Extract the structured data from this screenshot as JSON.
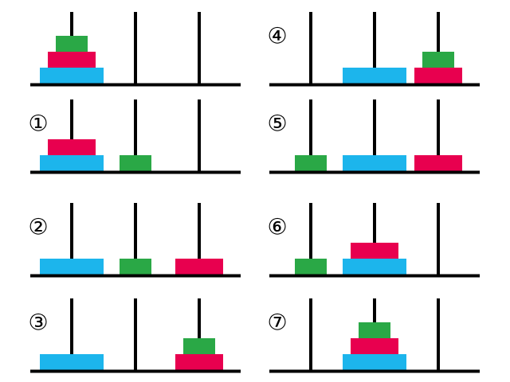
{
  "colors": {
    "small": "#2aa846",
    "medium": "#e8004f",
    "large": "#1cb5ec",
    "line": "#000000",
    "background": "#ffffff"
  },
  "disks": {
    "small": {
      "color_key": "small"
    },
    "medium": {
      "color_key": "medium"
    },
    "large": {
      "color_key": "large"
    }
  },
  "panels": [
    {
      "label": "",
      "pegs": [
        [
          "large",
          "medium",
          "small"
        ],
        [],
        []
      ]
    },
    {
      "label": "①",
      "pegs": [
        [
          "large",
          "medium"
        ],
        [
          "small"
        ],
        []
      ]
    },
    {
      "label": "②",
      "pegs": [
        [
          "large"
        ],
        [
          "small"
        ],
        [
          "medium"
        ]
      ]
    },
    {
      "label": "③",
      "pegs": [
        [
          "large"
        ],
        [],
        [
          "medium",
          "small"
        ]
      ]
    },
    {
      "label": "④",
      "pegs": [
        [],
        [
          "large"
        ],
        [
          "medium",
          "small"
        ]
      ]
    },
    {
      "label": "⑤",
      "pegs": [
        [
          "small"
        ],
        [
          "large"
        ],
        [
          "medium"
        ]
      ]
    },
    {
      "label": "⑥",
      "pegs": [
        [
          "small"
        ],
        [
          "large",
          "medium"
        ],
        []
      ]
    },
    {
      "label": "⑦",
      "pegs": [
        [],
        [
          "large",
          "medium",
          "small"
        ],
        []
      ]
    }
  ]
}
